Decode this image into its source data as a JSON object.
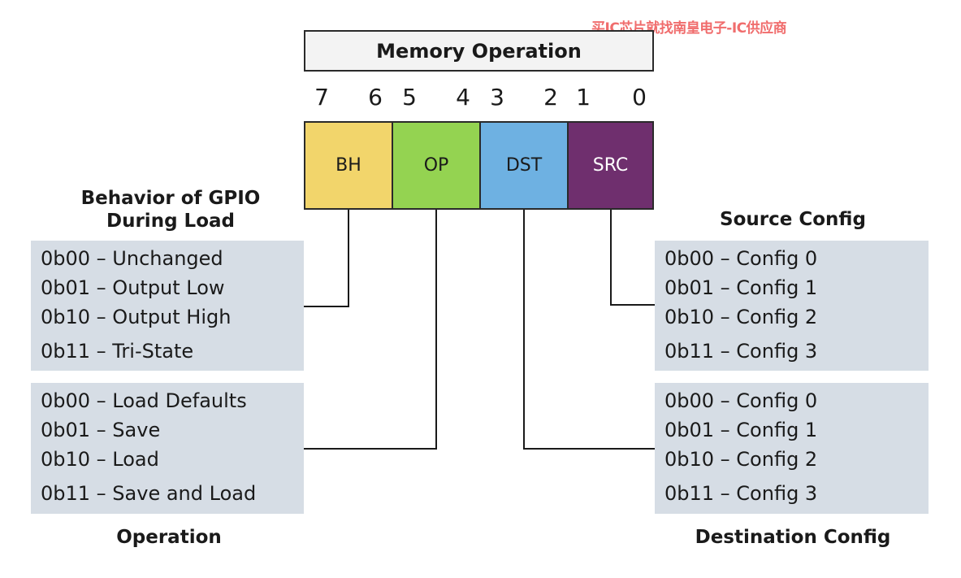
{
  "watermark": "买IC芯片就找南皇电子-IC供应商",
  "title": "Memory Operation",
  "bits": [
    "7",
    "6",
    "5",
    "4",
    "3",
    "2",
    "1",
    "0"
  ],
  "fields": {
    "bh": "BH",
    "op": "OP",
    "dst": "DST",
    "src": "SRC"
  },
  "colors": {
    "bh": "#f2d56b",
    "op": "#94d351",
    "dst": "#6eb1e2",
    "src": "#6f2f6e",
    "panel": "#d6dde5"
  },
  "behavior": {
    "label_line1": "Behavior of GPIO",
    "label_line2": "During Load",
    "items": [
      "0b00  – Unchanged",
      "0b01  – Output Low",
      "0b10  – Output High",
      "0b11  – Tri-State"
    ]
  },
  "operation": {
    "label": "Operation",
    "items": [
      "0b00  – Load Defaults",
      "0b01  – Save",
      "0b10  – Load",
      "0b11  – Save and Load"
    ]
  },
  "source": {
    "label": "Source Config",
    "items": [
      "0b00  – Config 0",
      "0b01  – Config 1",
      "0b10  – Config 2",
      "0b11  – Config 3"
    ]
  },
  "destination": {
    "label": "Destination Config",
    "items": [
      "0b00  – Config 0",
      "0b01  – Config 1",
      "0b10  – Config 2",
      "0b11  – Config 3"
    ]
  }
}
